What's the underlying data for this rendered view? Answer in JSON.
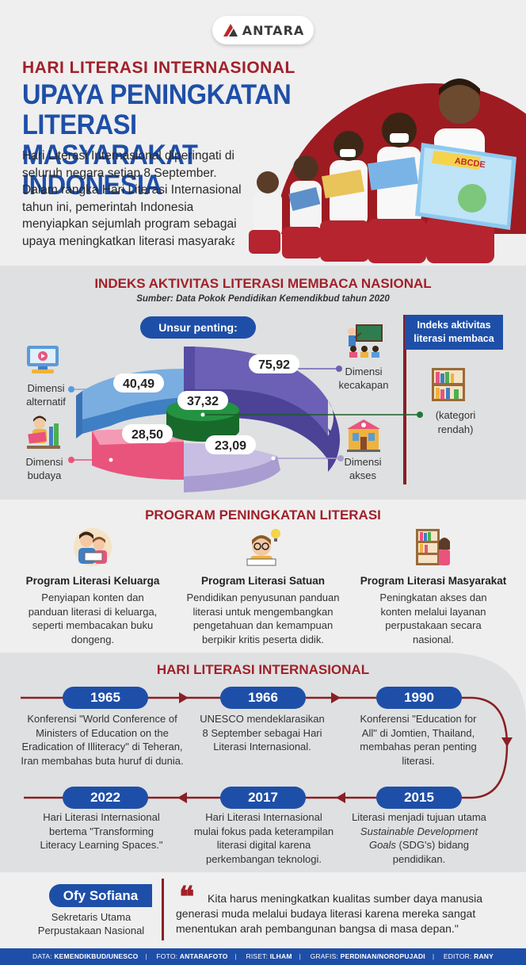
{
  "brand": {
    "logo_text": "ANTARA",
    "accent_blue": "#1e4fa8",
    "accent_red": "#a0212a"
  },
  "header": {
    "subtitle": "HARI LITERASI INTERNASIONAL",
    "title_line1": "UPAYA PENINGKATAN LITERASI",
    "title_line2": "MASYARAKAT INDONESIA",
    "intro": "Hari Literasi Internasional diperingati di seluruh negara setiap 8 September. Dalam rangka Hari Literasi Internasional tahun ini, pemerintah Indonesia menyiapkan sejumlah program sebagai upaya meningkatkan literasi masyarakat.",
    "hero_book_text": "ABCDE"
  },
  "index_section": {
    "title": "INDEKS AKTIVITAS LITERASI MEMBACA NASIONAL",
    "source": "Sumber: Data Pokok Pendidikan Kemendikbud tahun 2020",
    "unsur_label": "Unsur penting:",
    "indeks_label": "Indeks aktivitas literasi membaca",
    "kategori": "(kategori rendah)",
    "dimensions": {
      "alternatif": {
        "label": "Dimensi alternatif",
        "icon": "video-screen-icon"
      },
      "budaya": {
        "label": "Dimensi budaya",
        "icon": "reading-person-icon"
      },
      "kecakapan": {
        "label": "Dimensi kecakapan",
        "icon": "classroom-icon"
      },
      "akses": {
        "label": "Dimensi akses",
        "icon": "library-building-icon"
      }
    }
  },
  "chart_data": {
    "type": "pie",
    "title": "INDEKS AKTIVITAS LITERASI MEMBACA NASIONAL",
    "subtitle": "Sumber: Data Pokok Pendidikan Kemendikbud tahun 2020",
    "total": {
      "label": "Indeks aktivitas literasi membaca",
      "value": "37,32",
      "value_num": 37.32,
      "color": "#1e7e34",
      "note": "(kategori rendah)"
    },
    "slices": [
      {
        "name": "Dimensi kecakapan",
        "value": "75,92",
        "value_num": 75.92,
        "color": "#6b60b5"
      },
      {
        "name": "Dimensi akses",
        "value": "23,09",
        "value_num": 23.09,
        "color": "#c8bee3"
      },
      {
        "name": "Dimensi budaya",
        "value": "28,50",
        "value_num": 28.5,
        "color": "#e8547c"
      },
      {
        "name": "Dimensi alternatif",
        "value": "40,49",
        "value_num": 40.49,
        "color": "#7aaee0"
      }
    ]
  },
  "program_section": {
    "title": "PROGRAM PENINGKATAN LITERASI",
    "programs": [
      {
        "title": "Program Literasi Keluarga",
        "desc": "Penyiapan konten dan panduan literasi di keluarga, seperti membacakan buku dongeng.",
        "icon": "family-reading-icon"
      },
      {
        "title": "Program Literasi Satuan",
        "desc": "Pendidikan penyusunan panduan literasi untuk mengembangkan pengetahuan dan kemampuan berpikir kritis peserta didik.",
        "icon": "student-idea-icon"
      },
      {
        "title": "Program Literasi Masyarakat",
        "desc": "Peningkatan akses dan konten melalui layanan perpustakaan secara nasional.",
        "icon": "library-shelf-icon"
      }
    ]
  },
  "timeline": {
    "title": "HARI LITERASI INTERNASIONAL",
    "events": [
      {
        "year": "1965",
        "text": "Konferensi \"World Conference of Ministers of Education on the Eradication of Illiteracy\" di Teheran, Iran membahas buta huruf di dunia."
      },
      {
        "year": "1966",
        "text": "UNESCO mendeklarasikan 8 September sebagai Hari Literasi Internasional."
      },
      {
        "year": "1990",
        "text": "Konferensi \"Education for All\" di Jomtien, Thailand, membahas peran penting literasi."
      },
      {
        "year": "2015",
        "text_a": "Literasi menjadi tujuan utama ",
        "text_em": "Sustainable Development Goals",
        "text_b": " (SDG's) bidang pendidikan."
      },
      {
        "year": "2017",
        "text": "Hari Literasi Internasional mulai fokus pada keterampilan literasi digital karena perkembangan teknologi."
      },
      {
        "year": "2022",
        "text": "Hari Literasi Internasional bertema \"Transforming Literacy Learning Spaces.\""
      }
    ]
  },
  "quote": {
    "name": "Ofy Sofiana",
    "role": "Sekretaris Utama Perpustakaan Nasional",
    "mark": "❝",
    "text": "Kita harus meningkatkan kualitas sumber daya manusia generasi muda melalui budaya literasi karena mereka sangat menentukan arah pembangunan bangsa  di masa depan.\""
  },
  "footer": {
    "data_label": "DATA:",
    "data_value": "KEMENDIKBUD/UNESCO",
    "foto_label": "FOTO:",
    "foto_value": "ANTARAFOTO",
    "riset_label": "RISET:",
    "riset_value": "ILHAM",
    "grafis_label": "GRAFIS:",
    "grafis_value": "PERDINAN/NOROPUJADI",
    "editor_label": "EDITOR:",
    "editor_value": "RANY"
  }
}
